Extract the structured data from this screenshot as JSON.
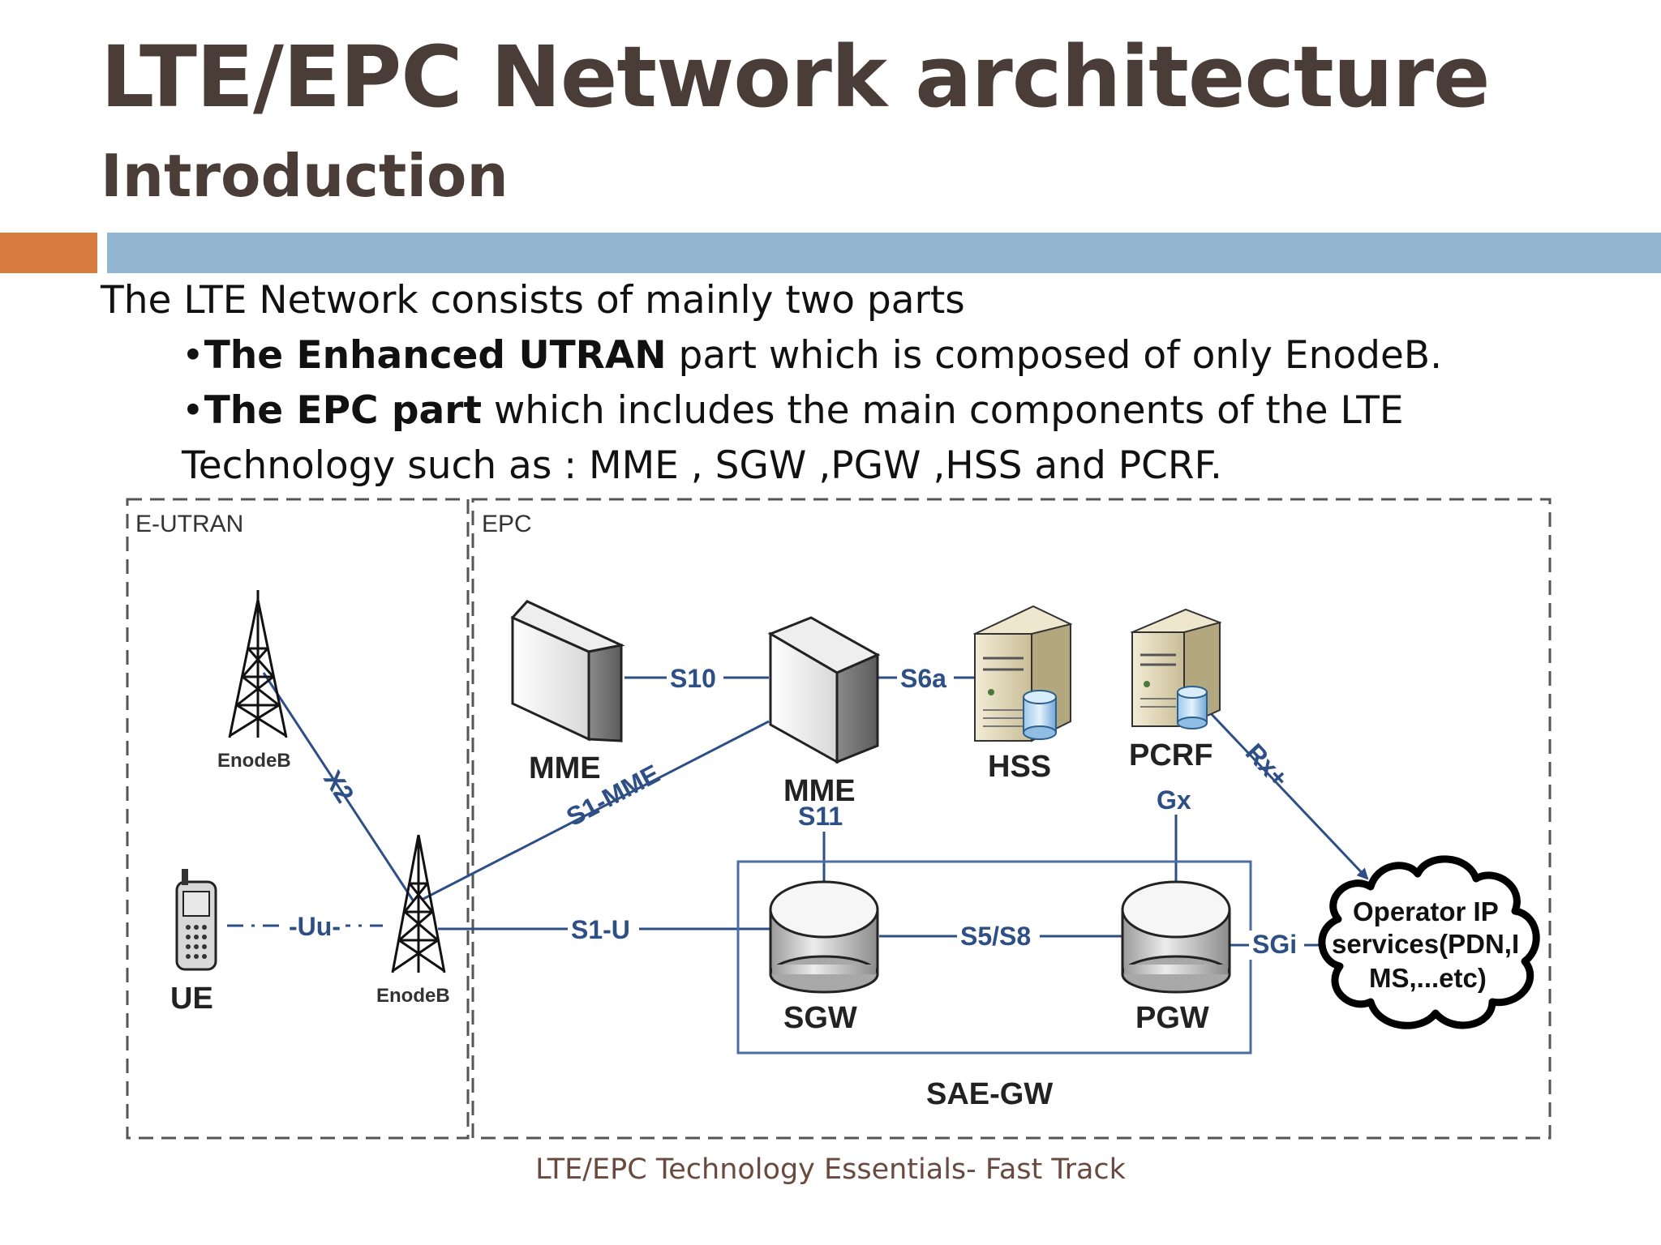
{
  "slide": {
    "title": "LTE/EPC Network architecture",
    "subtitle": "Introduction",
    "intro": "The LTE Network consists of mainly two parts",
    "bullet1_bold": "The Enhanced UTRAN",
    "bullet1_rest": " part which is composed of only EnodeB.",
    "bullet2_bold": "The EPC part",
    "bullet2_rest": " which includes the main components of the LTE",
    "bullet2_cont": "Technology such as : MME , SGW ,PGW ,HSS and PCRF.",
    "bullet_glyph": "•",
    "footer": "LTE/EPC Technology Essentials- Fast Track"
  },
  "diagram": {
    "region_eutran": "E-UTRAN",
    "region_epc": "EPC",
    "enodeb_top": "EnodeB",
    "enodeb_bottom": "EnodeB",
    "ue": "UE",
    "mme_left": "MME",
    "mme_center": "MME",
    "hss": "HSS",
    "pcrf": "PCRF",
    "sgw": "SGW",
    "pgw": "PGW",
    "sae_gw": "SAE-GW",
    "cloud_line1": "Operator IP",
    "cloud_line2": "services(PDN,I",
    "cloud_line3": "MS,...etc)",
    "if_x2": "X2",
    "if_uu": "-Uu-",
    "if_s1mme": "S1-MME",
    "if_s10": "S10",
    "if_s6a": "S6a",
    "if_s11": "S11",
    "if_gx": "Gx",
    "if_rx": "Rx+",
    "if_s1u": "S1-U",
    "if_s5s8": "S5/S8",
    "if_sgi": "SGi"
  },
  "colors": {
    "title": "#4a3d37",
    "accent_orange": "#d97c3f",
    "accent_blue": "#93b6d0",
    "link_blue": "#2e4f86"
  }
}
